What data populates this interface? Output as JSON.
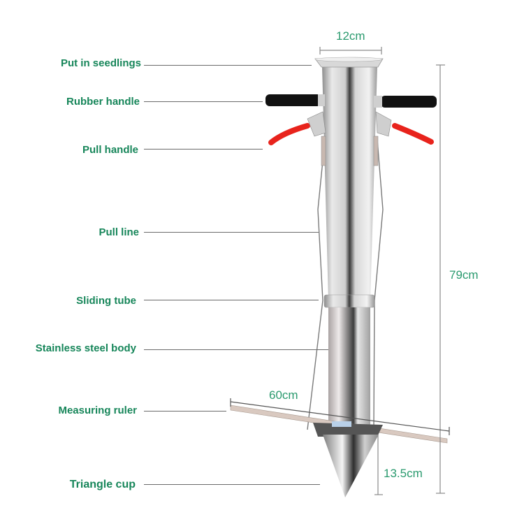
{
  "diagram": {
    "subject": "Stainless steel seedling transplanter",
    "labels": [
      {
        "id": "put-in-seedlings",
        "text": "Put in seedlings"
      },
      {
        "id": "rubber-handle",
        "text": "Rubber handle"
      },
      {
        "id": "pull-handle",
        "text": "Pull handle"
      },
      {
        "id": "pull-line",
        "text": "Pull line"
      },
      {
        "id": "sliding-tube",
        "text": "Sliding tube"
      },
      {
        "id": "stainless-steel-body",
        "text": "Stainless steel body"
      },
      {
        "id": "measuring-ruler",
        "text": "Measuring ruler"
      },
      {
        "id": "triangle-cup",
        "text": "Triangle cup"
      }
    ],
    "dimensions": {
      "top_width": "12cm",
      "total_height": "79cm",
      "ruler_length": "60cm",
      "cup_height": "13.5cm"
    },
    "colors": {
      "label_text": "#17865a",
      "dimension_text": "#2a9a6e",
      "leader_line": "#6a6a6a",
      "rubber_handle": "#111111",
      "pull_handle": "#e8231c",
      "steel": "#c9c9c9"
    }
  }
}
